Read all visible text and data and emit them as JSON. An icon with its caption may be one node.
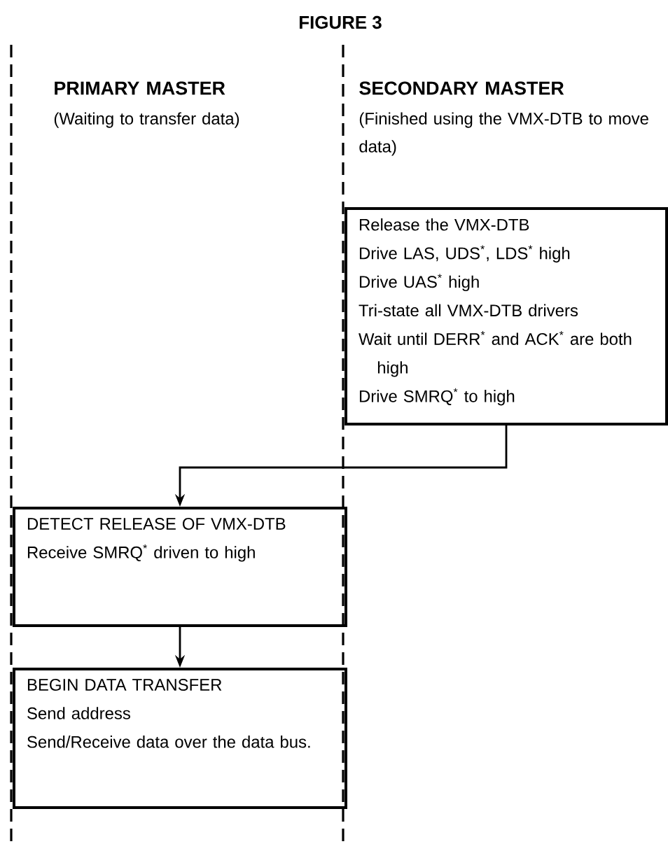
{
  "diagram": {
    "title": "FIGURE 3",
    "nodes": [
      {
        "text": [
          "Release the VMX-DTB",
          "Drive LAS, UDS$^{*}$, LDS$^{*}$ high",
          "Drive UAS$^{*}$ high",
          "Tri-state all VMX-DTB drivers",
          "Wait until DERR$^{*}$ and ACK$^{*}$ are both high",
          "Drive SMRQ$^{*}$ to high"
        ]
      },
      {
        "text": [
          "DETECT RELEASE OF VMX-DTB",
          "Receive SMRQ$^{*}$ driven to high"
        ]
      },
      {
        "text": [
          "BEGIN DATA TRANSFER",
          "Send address",
          "Send/Receive data over the data bus."
        ]
      }
    ],
    "edges": [
      {
        "from": 0,
        "to": 1,
        "arrow": "to"
      },
      {
        "from": 1,
        "to": 2,
        "arrow": "to"
      }
    ],
    "labels": [
      "PRIMARY MASTER",
      "(Waiting to transfer data)",
      "SECONDARY MASTER",
      "(Finished using the VMX-DTB to move data)"
    ]
  }
}
